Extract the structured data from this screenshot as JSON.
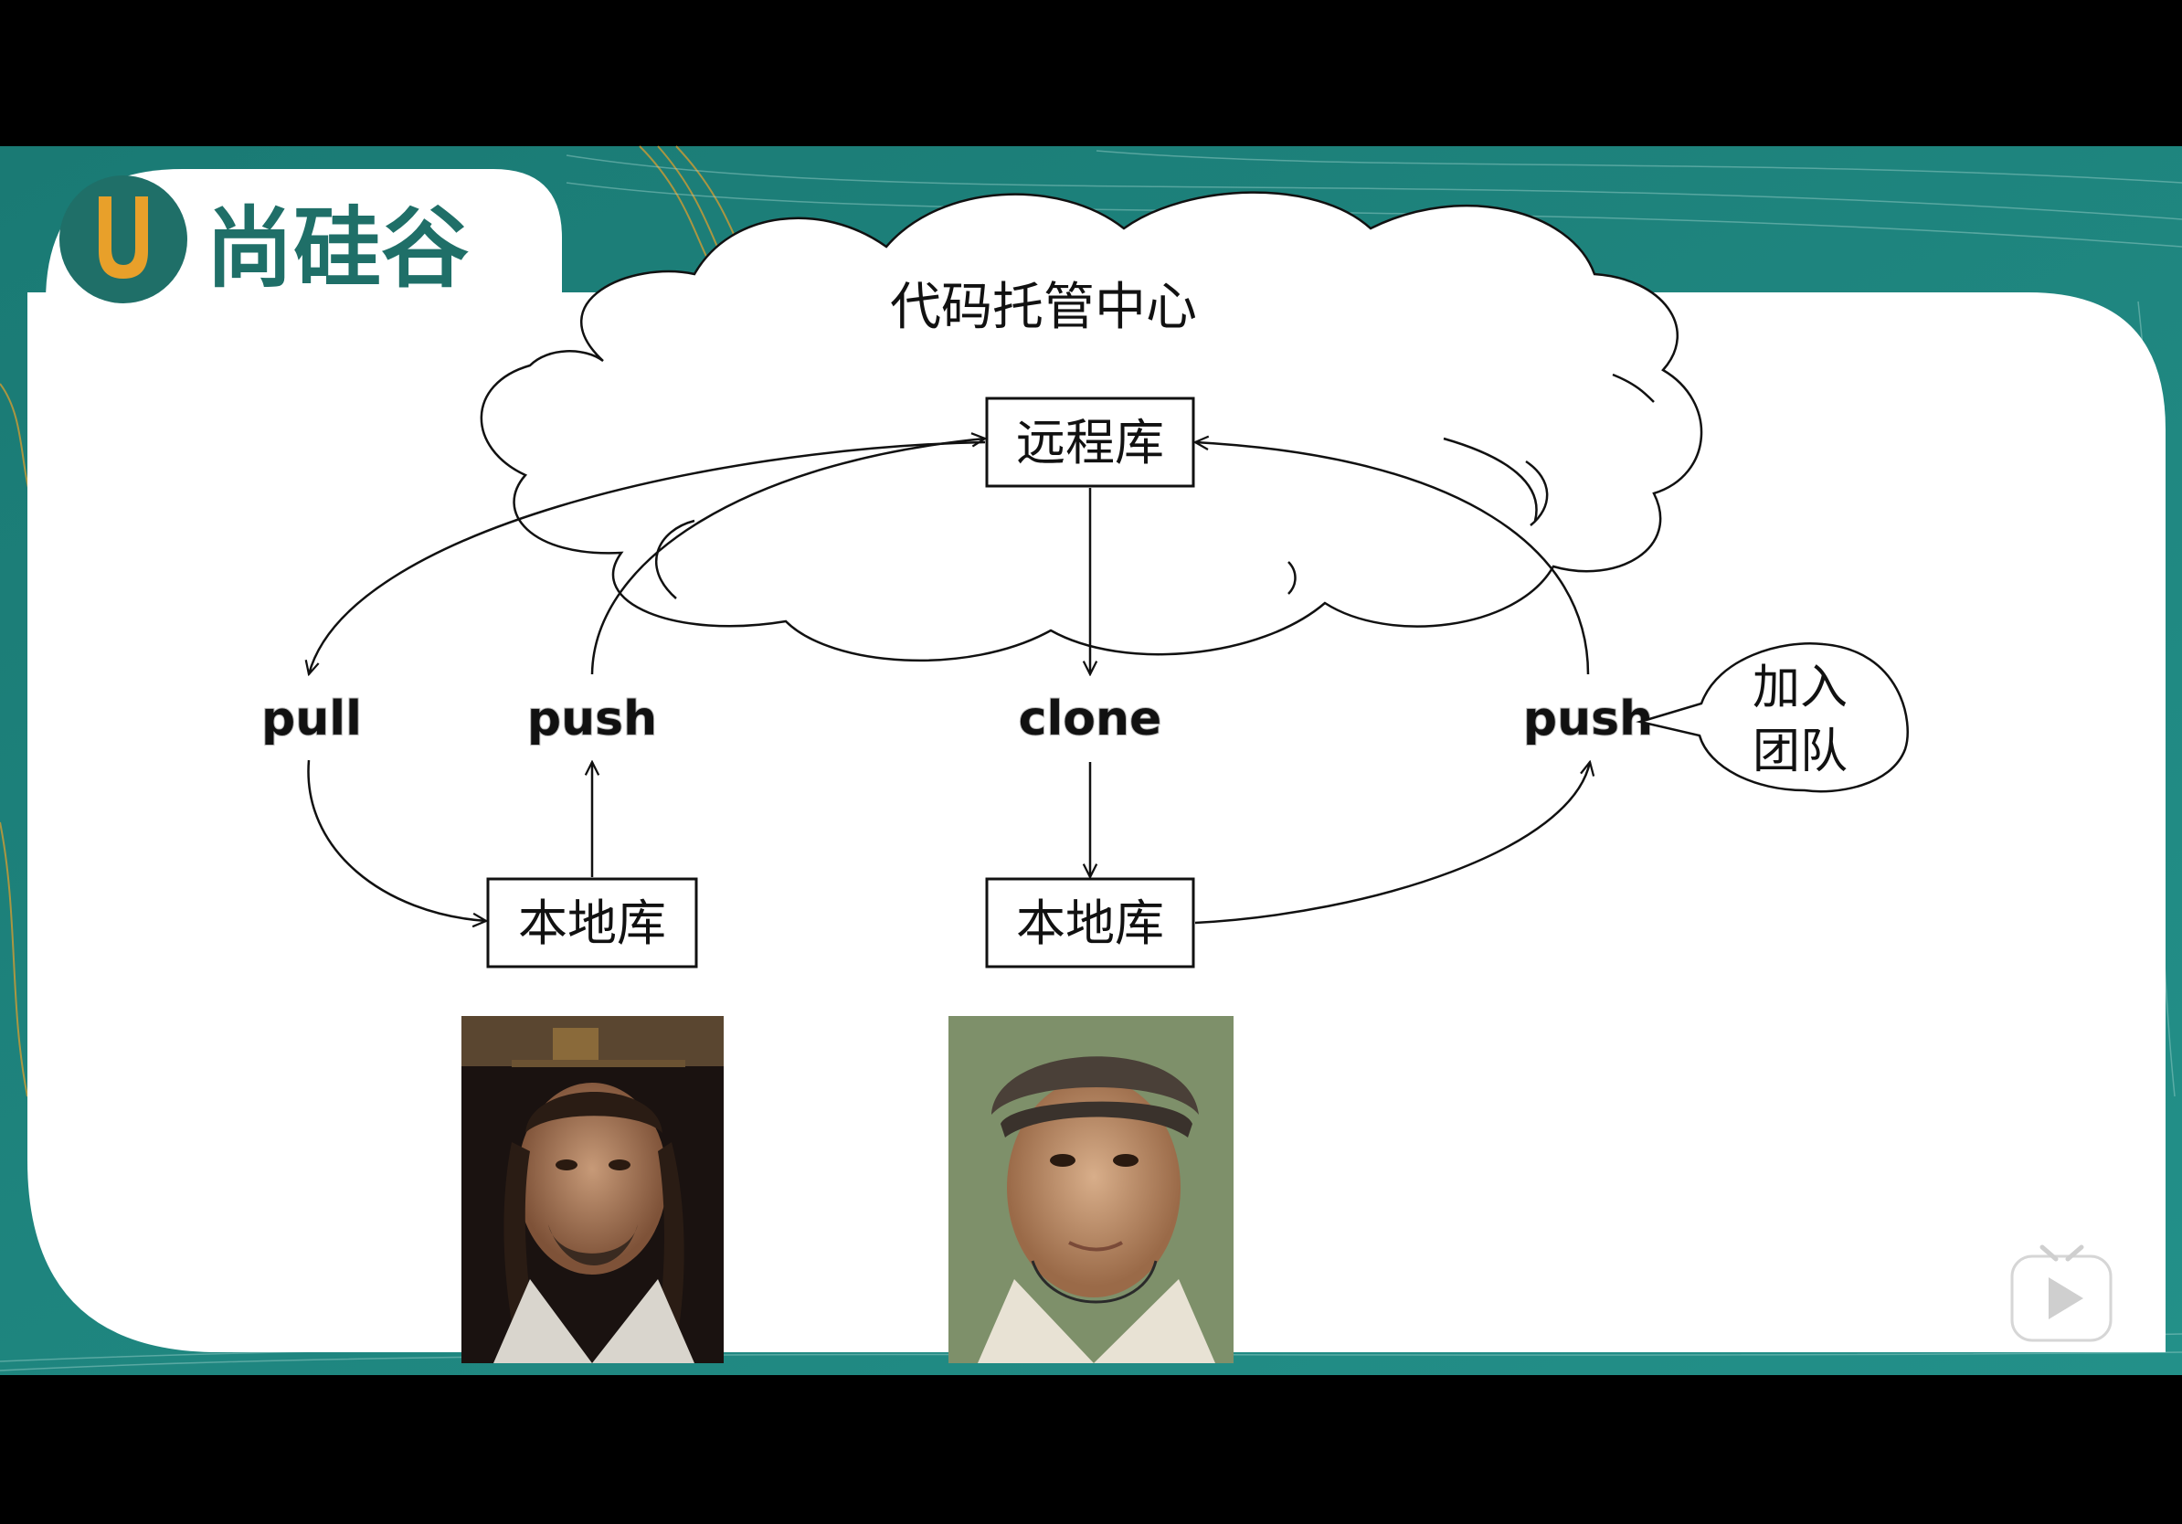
{
  "slide": {
    "logo_mark": "U",
    "logo_text": "尚硅谷",
    "cloud_title": "代码托管中心",
    "remote_repo": "远程库",
    "local_repo_left": "本地库",
    "local_repo_right": "本地库",
    "callout": [
      "加入",
      "团队"
    ],
    "ops": {
      "pull": "pull",
      "push_left": "push",
      "clone": "clone",
      "push_right": "push"
    },
    "photos": [
      "portrait-left",
      "portrait-right"
    ]
  },
  "colors": {
    "frame_teal": "#1e7d78",
    "accent_orange": "#e8a02a",
    "slide_bg": "#ffffff",
    "letterbox": "#000000"
  }
}
